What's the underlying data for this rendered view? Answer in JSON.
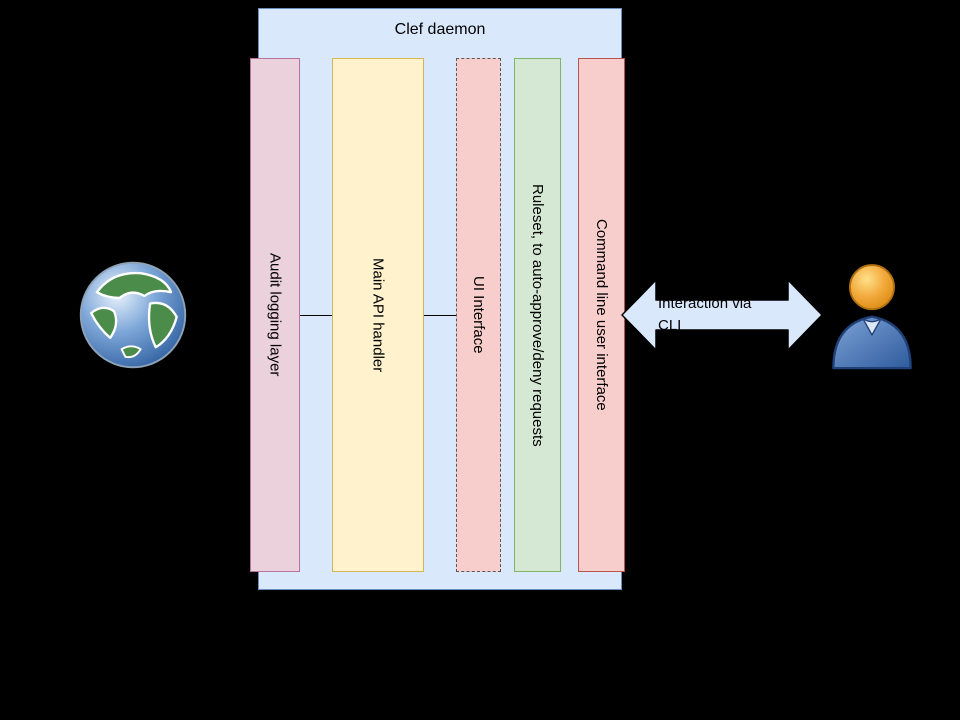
{
  "container": {
    "title": "Clef daemon",
    "fill": "#dae8fc",
    "border": "#6c8ebf"
  },
  "columns": [
    {
      "label": "Audit logging layer",
      "fill": "#ead1dc",
      "border": "#b5739d",
      "dashed": false
    },
    {
      "label": "Main API handler",
      "fill": "#fff2cc",
      "border": "#d6b656",
      "dashed": false
    },
    {
      "label": "UI Interface",
      "fill": "#f8cecc",
      "border": "#595959",
      "dashed": true
    },
    {
      "label": "Ruleset, to auto-approve/deny requests",
      "fill": "#d5e8d4",
      "border": "#82b366",
      "dashed": false
    },
    {
      "label": "Command line user interface",
      "fill": "#f8cecc",
      "border": "#b85450",
      "dashed": false
    }
  ],
  "arrow": {
    "label_line1": "Interaction via",
    "label_line2": "CLI",
    "fill": "#dae8fc",
    "border": "#000000"
  },
  "icons": {
    "left": "globe-icon",
    "right": "person-icon"
  }
}
